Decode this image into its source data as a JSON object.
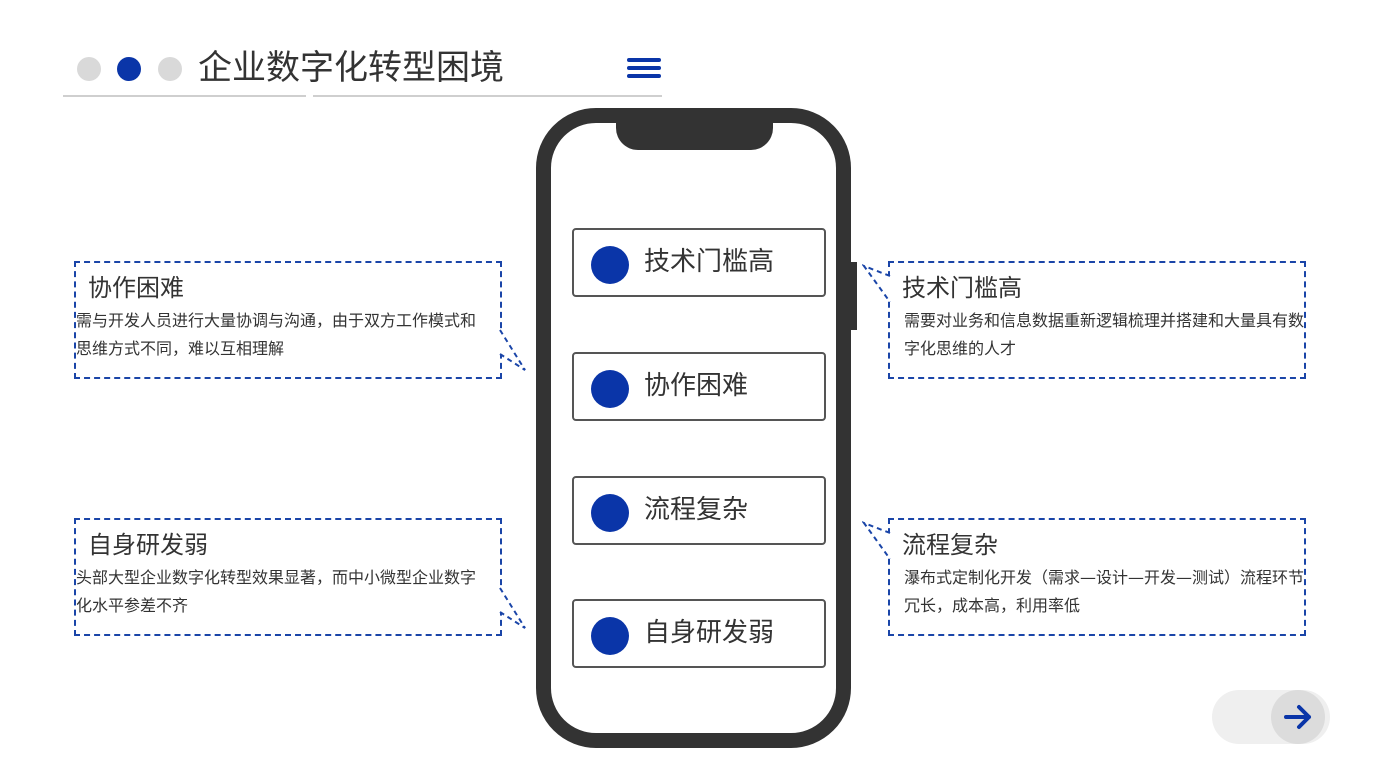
{
  "header": {
    "title": "企业数字化转型困境",
    "pagination": {
      "dots": 3,
      "active_index": 1
    },
    "menu_icon": "hamburger-menu-icon",
    "accent_color": "#0a35a8"
  },
  "phone": {
    "items": [
      {
        "label": "技术门槛高"
      },
      {
        "label": "协作困难"
      },
      {
        "label": "流程复杂"
      },
      {
        "label": "自身研发弱"
      }
    ]
  },
  "callouts": {
    "top_left": {
      "title": "协作困难",
      "body": "需与开发人员进行大量协调与沟通，由于双方工作模式和思维方式不同，难以互相理解"
    },
    "bottom_left": {
      "title": "自身研发弱",
      "body": "头部大型企业数字化转型效果显著，而中小微型企业数字化水平参差不齐"
    },
    "top_right": {
      "title": "技术门槛高",
      "body": "需要对业务和信息数据重新逻辑梳理并搭建和大量具有数字化思维的人才"
    },
    "bottom_right": {
      "title": "流程复杂",
      "body": "瀑布式定制化开发（需求—设计—开发—测试）流程环节冗长，成本高，利用率低"
    }
  },
  "navigation": {
    "next_icon": "arrow-right-icon"
  }
}
